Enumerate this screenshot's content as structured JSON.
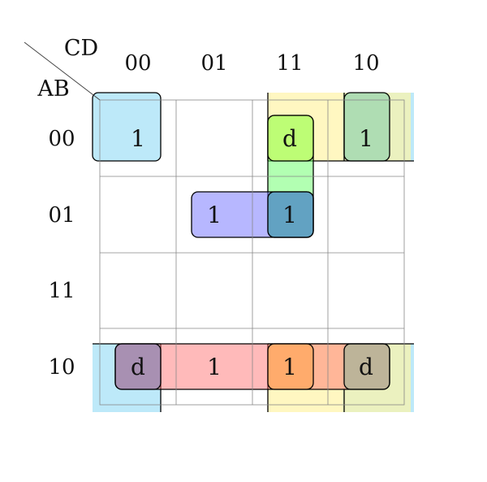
{
  "kmap": {
    "row_variable_label": "AB",
    "column_variable_label": "CD",
    "column_labels": [
      "00",
      "01",
      "11",
      "10"
    ],
    "row_labels": [
      "00",
      "01",
      "11",
      "10"
    ],
    "cells": [
      [
        "1",
        "",
        "d",
        "1"
      ],
      [
        "",
        "1",
        "1",
        ""
      ],
      [
        "",
        "",
        "",
        ""
      ],
      [
        "d",
        "1",
        "1",
        "d"
      ]
    ],
    "groups": [
      {
        "id": "corners",
        "color": "#5bc8ef",
        "cells": [
          [
            0,
            0
          ],
          [
            0,
            3
          ],
          [
            3,
            0
          ],
          [
            3,
            3
          ]
        ]
      },
      {
        "id": "column-11-wrap",
        "color": "#fff3a6",
        "cells": [
          [
            0,
            2
          ],
          [
            0,
            3
          ],
          [
            3,
            2
          ],
          [
            3,
            3
          ]
        ]
      },
      {
        "id": "col-11-vertical",
        "color": "#66ff66",
        "cells": [
          [
            0,
            2
          ],
          [
            1,
            2
          ]
        ]
      },
      {
        "id": "row-01-pair",
        "color": "#7070ff",
        "cells": [
          [
            1,
            1
          ],
          [
            1,
            2
          ]
        ]
      },
      {
        "id": "row-10-quad",
        "color": "#ff6666",
        "cells": [
          [
            3,
            0
          ],
          [
            3,
            1
          ],
          [
            3,
            2
          ],
          [
            3,
            3
          ]
        ]
      }
    ]
  }
}
